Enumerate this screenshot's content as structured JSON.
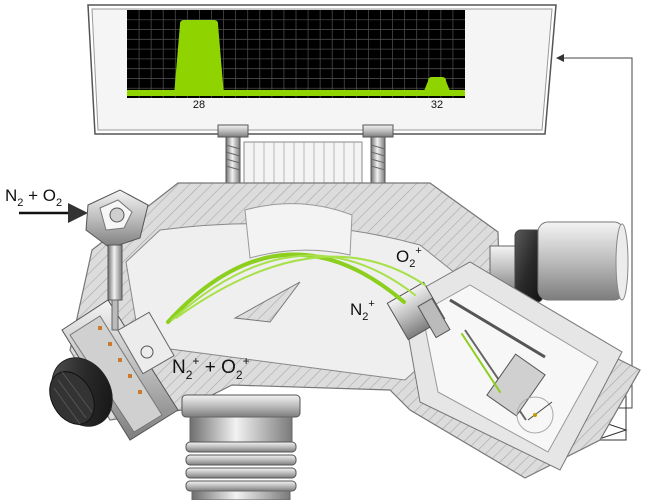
{
  "inlet": {
    "gas_label": "N",
    "sub1": "2",
    "plus": " + O",
    "sub2": "2"
  },
  "beam_label": {
    "part1": "N",
    "sub1": "2",
    "sup1": "+",
    "mid": " + O",
    "sub2": "2",
    "sup2": "+"
  },
  "ion_n2": {
    "text": "N",
    "sub": "2",
    "sup": "+"
  },
  "ion_o2": {
    "text": "O",
    "sub": "2",
    "sup": "+"
  },
  "display": {
    "background": "#000000",
    "peak_color": "#8fd400",
    "tick_labels": [
      "28",
      "32"
    ]
  },
  "chart_data": {
    "type": "area",
    "x": [
      28,
      32
    ],
    "values": [
      1.0,
      0.25
    ],
    "xlabel": "",
    "ylabel": ""
  },
  "colors": {
    "beam": "#8ccf1e",
    "housing": "#d8d8d8",
    "hatch": "#9a9a9a"
  }
}
